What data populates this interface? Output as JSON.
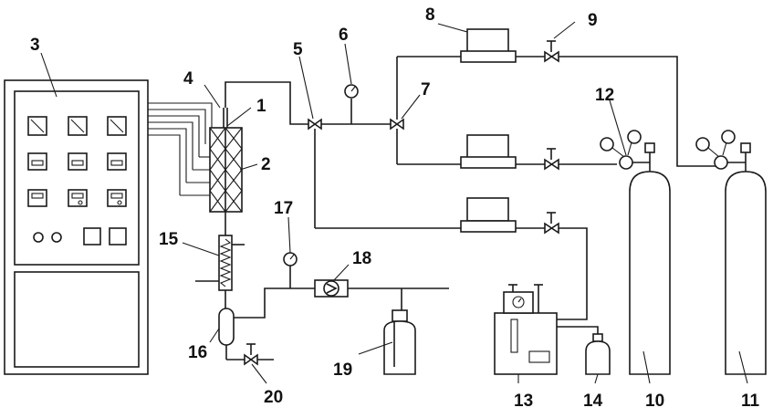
{
  "diagram": {
    "labels": {
      "n1": "1",
      "n2": "2",
      "n3": "3",
      "n4": "4",
      "n5": "5",
      "n6": "6",
      "n7": "7",
      "n8": "8",
      "n9": "9",
      "n10": "10",
      "n11": "11",
      "n12": "12",
      "n13": "13",
      "n14": "14",
      "n15": "15",
      "n16": "16",
      "n17": "17",
      "n18": "18",
      "n19": "19",
      "n20": "20"
    }
  }
}
